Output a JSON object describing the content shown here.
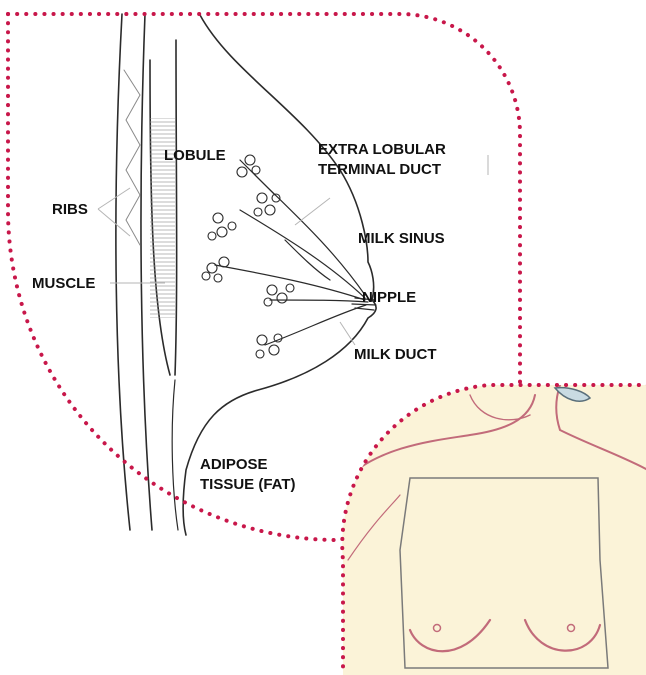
{
  "figure": {
    "labels": {
      "lobule": "LOBULE",
      "extra_lobular_terminal_duct": "EXTRA LOBULAR\nTERMINAL DUCT",
      "ribs": "RIBS",
      "milk_sinus": "MILK SINUS",
      "muscle": "MUSCLE",
      "nipple": "NIPPLE",
      "milk_duct": "MILK DUCT",
      "adipose_tissue": "ADIPOSE\nTISSUE (FAT)"
    },
    "colors": {
      "dotted_border": "#c8174a",
      "line_art": "#2b2b2b",
      "skin": "#fbf3d8",
      "skin_contour": "#c26b7a",
      "hatch": "#9a9a9a"
    },
    "icons": [
      "breast-cross-section-drawing",
      "torso-inset-drawing"
    ]
  }
}
